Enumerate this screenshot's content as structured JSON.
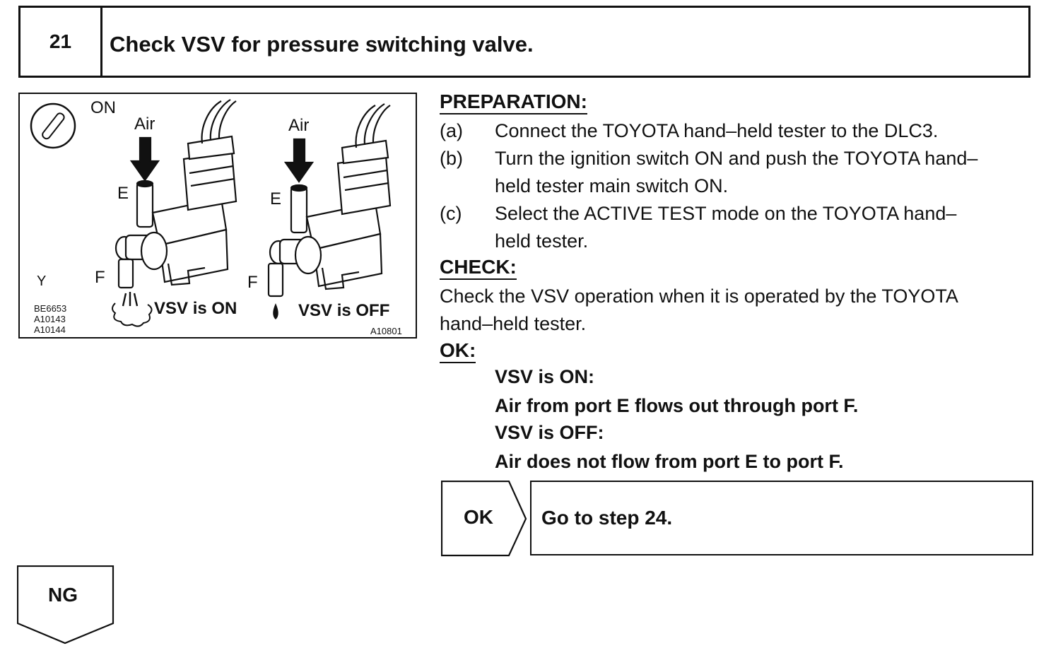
{
  "header": {
    "step_number": "21",
    "title": "Check VSV for pressure switching valve."
  },
  "figure": {
    "ignition_label": "ON",
    "left_valve": {
      "air_label": "Air",
      "port_e": "E",
      "port_f": "F",
      "caption": "VSV is ON"
    },
    "right_valve": {
      "air_label": "Air",
      "port_e": "E",
      "port_f": "F",
      "caption": "VSV is OFF"
    },
    "wire_y": "Y",
    "codes_left": [
      "BE6653",
      "A10143",
      "A10144"
    ],
    "code_right": "A10801",
    "icons": [
      "ignition-key-icon",
      "air-arrow-icon",
      "vsv-valve-icon",
      "air-puff-icon",
      "drip-icon"
    ]
  },
  "preparation": {
    "heading": "PREPARATION:",
    "items": [
      {
        "tag": "(a)",
        "lines": [
          "Connect the TOYOTA hand–held tester to the DLC3."
        ]
      },
      {
        "tag": "(b)",
        "lines": [
          "Turn the ignition switch ON and push the TOYOTA hand–",
          "held tester main switch ON."
        ]
      },
      {
        "tag": "(c)",
        "lines": [
          "Select the ACTIVE TEST mode on the TOYOTA hand–",
          "held tester."
        ]
      }
    ]
  },
  "check": {
    "heading": "CHECK:",
    "lines": [
      "Check the VSV operation when it is operated by the TOYOTA",
      "hand–held tester."
    ]
  },
  "ok": {
    "heading": "OK:",
    "lines": [
      "VSV is ON:",
      "Air from port E flows out through port F.",
      "VSV is OFF:",
      "Air does not flow from port E to port F."
    ]
  },
  "result_ok": {
    "label": "OK",
    "action": "Go to step 24."
  },
  "result_ng": {
    "label": "NG"
  }
}
